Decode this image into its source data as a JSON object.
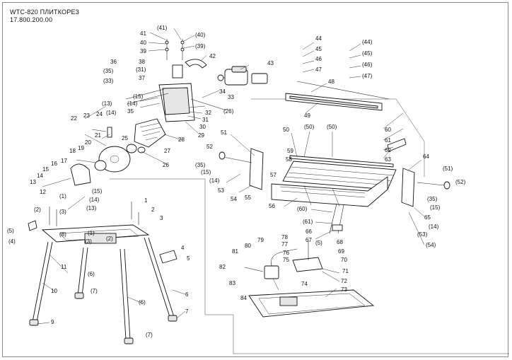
{
  "header": {
    "model": "WTC-820 ПЛИТКОРЕЗ",
    "article": "17.800.200.00"
  },
  "callouts": [
    {
      "id": "41a",
      "text": "(41)"
    },
    {
      "id": "41b",
      "text": "41"
    },
    {
      "id": "40a",
      "text": "(40)"
    },
    {
      "id": "40b",
      "text": "40"
    },
    {
      "id": "39a",
      "text": "(39)"
    },
    {
      "id": "39b",
      "text": "39"
    },
    {
      "id": "42",
      "text": "42"
    },
    {
      "id": "38",
      "text": "38"
    },
    {
      "id": "31a",
      "text": "(31)"
    },
    {
      "id": "37",
      "text": "37"
    },
    {
      "id": "36",
      "text": "36"
    },
    {
      "id": "35a",
      "text": "(35)"
    },
    {
      "id": "33a",
      "text": "(33)"
    },
    {
      "id": "43",
      "text": "43"
    },
    {
      "id": "34",
      "text": "34"
    },
    {
      "id": "33b",
      "text": "33"
    },
    {
      "id": "26a",
      "text": "(26)"
    },
    {
      "id": "15a",
      "text": "(15)"
    },
    {
      "id": "14a",
      "text": "(14)"
    },
    {
      "id": "13a",
      "text": "(13)"
    },
    {
      "id": "14b",
      "text": "(14)"
    },
    {
      "id": "35b",
      "text": "35"
    },
    {
      "id": "32",
      "text": "32"
    },
    {
      "id": "31b",
      "text": "31"
    },
    {
      "id": "30",
      "text": "30"
    },
    {
      "id": "29",
      "text": "29"
    },
    {
      "id": "22",
      "text": "22"
    },
    {
      "id": "23",
      "text": "23"
    },
    {
      "id": "24",
      "text": "24"
    },
    {
      "id": "25",
      "text": "25"
    },
    {
      "id": "28",
      "text": "28"
    },
    {
      "id": "27",
      "text": "27"
    },
    {
      "id": "21",
      "text": "21"
    },
    {
      "id": "20",
      "text": "20"
    },
    {
      "id": "19",
      "text": "19"
    },
    {
      "id": "18",
      "text": "18"
    },
    {
      "id": "26b",
      "text": "26"
    },
    {
      "id": "17",
      "text": "17"
    },
    {
      "id": "16",
      "text": "16"
    },
    {
      "id": "15b",
      "text": "15"
    },
    {
      "id": "14c",
      "text": "14"
    },
    {
      "id": "13b",
      "text": "13"
    },
    {
      "id": "12",
      "text": "12"
    },
    {
      "id": "1a",
      "text": "(1)"
    },
    {
      "id": "15c",
      "text": "(15)"
    },
    {
      "id": "14d",
      "text": "(14)"
    },
    {
      "id": "13c",
      "text": "(13)"
    },
    {
      "id": "2a",
      "text": "(2)"
    },
    {
      "id": "3a",
      "text": "(3)"
    },
    {
      "id": "5a",
      "text": "(5)"
    },
    {
      "id": "4a",
      "text": "(4)"
    },
    {
      "id": "8",
      "text": "(8)"
    },
    {
      "id": "1b",
      "text": "(1)"
    },
    {
      "id": "2b",
      "text": "(2)"
    },
    {
      "id": "3b",
      "text": "(3)"
    },
    {
      "id": "1c",
      "text": "1"
    },
    {
      "id": "2c",
      "text": "2"
    },
    {
      "id": "3c",
      "text": "3"
    },
    {
      "id": "4b",
      "text": "4"
    },
    {
      "id": "5b",
      "text": "5"
    },
    {
      "id": "11",
      "text": "11"
    },
    {
      "id": "6a",
      "text": "(6)"
    },
    {
      "id": "7a",
      "text": "(7)"
    },
    {
      "id": "10",
      "text": "10"
    },
    {
      "id": "9",
      "text": "9"
    },
    {
      "id": "6b",
      "text": "(6)"
    },
    {
      "id": "6c",
      "text": "6"
    },
    {
      "id": "7b",
      "text": "7"
    },
    {
      "id": "7c",
      "text": "(7)"
    },
    {
      "id": "44a",
      "text": "44"
    },
    {
      "id": "45a",
      "text": "45"
    },
    {
      "id": "46a",
      "text": "46"
    },
    {
      "id": "47a",
      "text": "47"
    },
    {
      "id": "44b",
      "text": "(44)"
    },
    {
      "id": "45b",
      "text": "(45)"
    },
    {
      "id": "46b",
      "text": "(46)"
    },
    {
      "id": "47b",
      "text": "(47)"
    },
    {
      "id": "48",
      "text": "48"
    },
    {
      "id": "49",
      "text": "49"
    },
    {
      "id": "60a",
      "text": "60"
    },
    {
      "id": "61a",
      "text": "61"
    },
    {
      "id": "62",
      "text": "62"
    },
    {
      "id": "63",
      "text": "63"
    },
    {
      "id": "51a",
      "text": "51"
    },
    {
      "id": "50a",
      "text": "50"
    },
    {
      "id": "50b",
      "text": "(50)"
    },
    {
      "id": "50c",
      "text": "(50)"
    },
    {
      "id": "52a",
      "text": "52"
    },
    {
      "id": "59",
      "text": "59"
    },
    {
      "id": "58",
      "text": "58"
    },
    {
      "id": "35c",
      "text": "(35)"
    },
    {
      "id": "15d",
      "text": "(15)"
    },
    {
      "id": "14e",
      "text": "(14)"
    },
    {
      "id": "53a",
      "text": "53"
    },
    {
      "id": "54a",
      "text": "54"
    },
    {
      "id": "55",
      "text": "55"
    },
    {
      "id": "57",
      "text": "57"
    },
    {
      "id": "56",
      "text": "56"
    },
    {
      "id": "64",
      "text": "64"
    },
    {
      "id": "51b",
      "text": "(51)"
    },
    {
      "id": "52b",
      "text": "(52)"
    },
    {
      "id": "35d",
      "text": "(35)"
    },
    {
      "id": "15e",
      "text": "(15)"
    },
    {
      "id": "65",
      "text": "65"
    },
    {
      "id": "14f",
      "text": "(14)"
    },
    {
      "id": "53b",
      "text": "(53)"
    },
    {
      "id": "54b",
      "text": "(54)"
    },
    {
      "id": "60b",
      "text": "(60)"
    },
    {
      "id": "61b",
      "text": "(61)"
    },
    {
      "id": "66",
      "text": "66"
    },
    {
      "id": "67",
      "text": "67"
    },
    {
      "id": "79",
      "text": "79"
    },
    {
      "id": "80",
      "text": "80"
    },
    {
      "id": "81",
      "text": "81"
    },
    {
      "id": "78",
      "text": "78"
    },
    {
      "id": "77",
      "text": "77"
    },
    {
      "id": "76",
      "text": "76"
    },
    {
      "id": "75",
      "text": "75"
    },
    {
      "id": "5c",
      "text": "(5)"
    },
    {
      "id": "68",
      "text": "68"
    },
    {
      "id": "69",
      "text": "69"
    },
    {
      "id": "70",
      "text": "70"
    },
    {
      "id": "71",
      "text": "71"
    },
    {
      "id": "72",
      "text": "72"
    },
    {
      "id": "82",
      "text": "82"
    },
    {
      "id": "83",
      "text": "83"
    },
    {
      "id": "74",
      "text": "74"
    },
    {
      "id": "73",
      "text": "73"
    },
    {
      "id": "84",
      "text": "84"
    }
  ]
}
